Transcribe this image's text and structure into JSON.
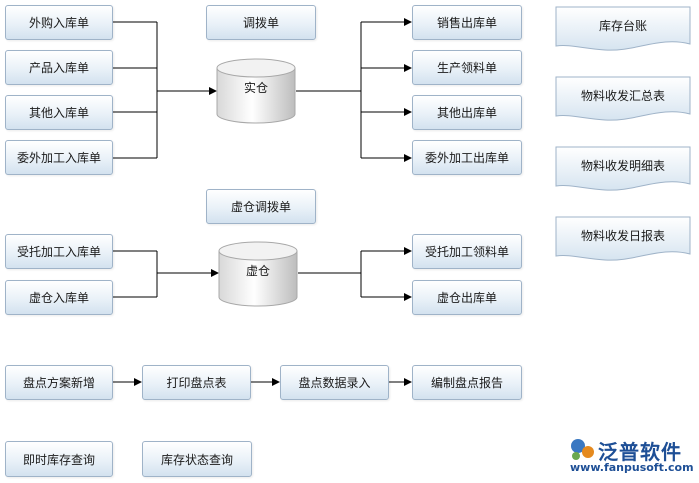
{
  "inbound": {
    "purchase_in": "外购入库单",
    "product_in": "产品入库单",
    "other_in": "其他入库单",
    "outsourced_in": "委外加工入库单"
  },
  "transfer": {
    "transfer_order": "调拨单",
    "virtual_transfer": "虚仓调拨单"
  },
  "warehouse": {
    "real": "实仓",
    "virtual": "虚仓"
  },
  "outbound": {
    "sales_out": "销售出库单",
    "production_issue": "生产领料单",
    "other_out": "其他出库单",
    "outsourced_out": "委外加工出库单"
  },
  "virtual_in": {
    "entrusted_in": "受托加工入库单",
    "virtual_in": "虚仓入库单"
  },
  "virtual_out": {
    "entrusted_issue": "受托加工领料单",
    "virtual_out": "虚仓出库单"
  },
  "stocktake": {
    "plan_new": "盘点方案新增",
    "print_sheet": "打印盘点表",
    "data_entry": "盘点数据录入",
    "report": "编制盘点报告"
  },
  "queries": {
    "realtime_stock": "即时库存查询",
    "stock_status": "库存状态查询"
  },
  "reports": {
    "stock_ledger": "库存台账",
    "material_summary": "物料收发汇总表",
    "material_detail": "物料收发明细表",
    "material_daily": "物料收发日报表"
  },
  "logo": {
    "brand": "泛普软件",
    "url": "www.fanpusoft.com"
  },
  "colors": {
    "box_border": "#9fb3c8",
    "box_fill_top": "#ffffff",
    "box_fill_bottom": "#d3e2ef",
    "line": "#000000",
    "brand": "#1e4f96"
  }
}
